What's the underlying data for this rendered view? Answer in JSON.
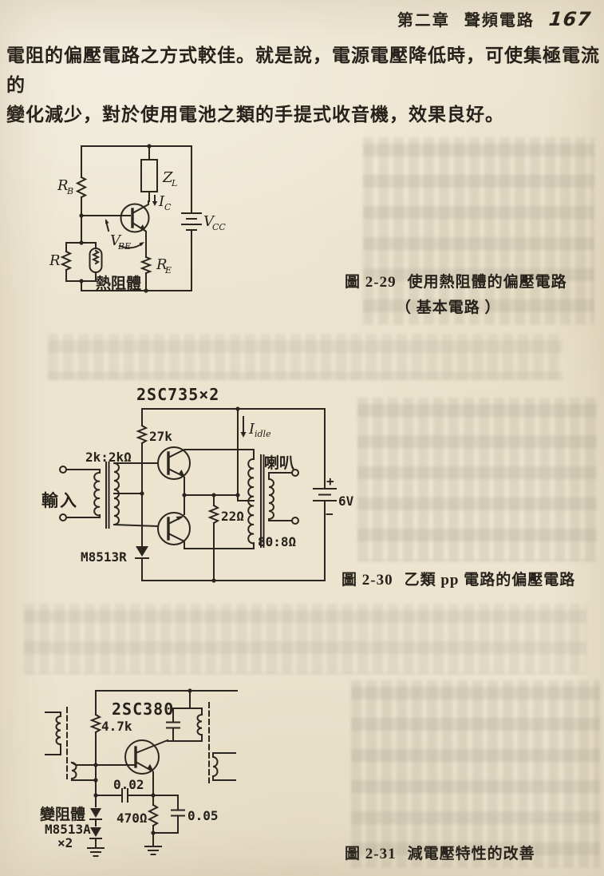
{
  "page": {
    "header": {
      "chapter": "第二章",
      "section": "聲頻電路",
      "page_number": "167"
    },
    "paragraph": {
      "line1": "電阻的偏壓電路之方式較佳。就是說，電源電壓降低時，可使集極電流的",
      "line2": "變化減少，對於使用電池之類的手提式收音機，效果良好。"
    }
  },
  "colors": {
    "paper": "#ece4cf",
    "ink": "#2b2620"
  },
  "figure1": {
    "caption": {
      "fig_no": "圖 2-29",
      "title": "使用熱阻體的偏壓電路",
      "subtitle": "（ 基本電路 ）"
    },
    "labels": {
      "rb": {
        "main": "R",
        "sub": "B"
      },
      "zl": {
        "main": "Z",
        "sub": "L"
      },
      "ic": {
        "main": "I",
        "sub": "C"
      },
      "vcc": {
        "main": "V",
        "sub": "CC"
      },
      "vbe": {
        "main": "V",
        "sub": "BE"
      },
      "r": "R",
      "re": {
        "main": "R",
        "sub": "E"
      },
      "thermistor": "熱阻體"
    }
  },
  "figure2": {
    "caption": {
      "fig_no": "圖 2-30",
      "title": "乙類 pp 電路的偏壓電路"
    },
    "labels": {
      "transistor_type": "2SC735×2",
      "bias_resistor": "27k",
      "input_transformer": "2k:2kΩ",
      "input": "輸入",
      "iidle": {
        "main": "I",
        "sub": "idle"
      },
      "speaker": "喇叭",
      "emitter_resistor": "22Ω",
      "output_transformer": "80:8Ω",
      "diode": "M8513R",
      "battery": "6V",
      "battery_plus": "+",
      "battery_minus": "−"
    }
  },
  "figure3": {
    "caption": {
      "fig_no": "圖 2-31",
      "title": "減電壓特性的改善"
    },
    "labels": {
      "transistor_type": "2SC380",
      "bias_resistor": "4.7k",
      "coupling_capacitor": "0.02",
      "emitter_resistor": "470Ω",
      "bypass_capacitor": "0.05",
      "varistor_name": "變阻體",
      "varistor_part": "M8513A",
      "varistor_qty": "×2"
    }
  }
}
